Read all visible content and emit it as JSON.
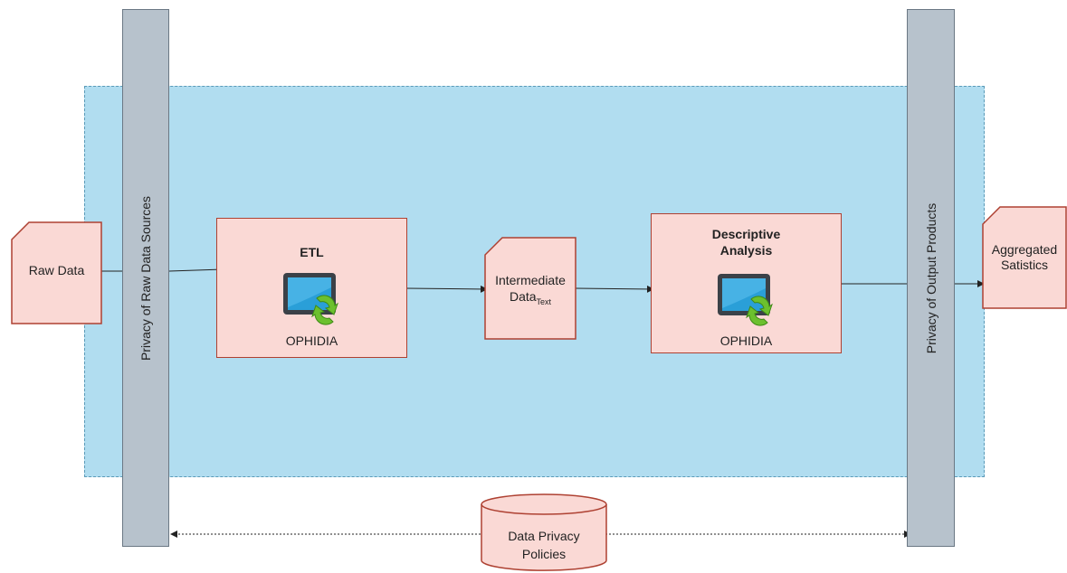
{
  "nodes": {
    "raw_data": "Raw Data",
    "privacy_raw": "Privacy of Raw Data Sources",
    "etl_title": "ETL",
    "etl_sub": "OPHIDIA",
    "intermediate_main": "Intermediate",
    "intermediate_data": "Data",
    "intermediate_sub": "Text",
    "descriptive_title_1": "Descriptive",
    "descriptive_title_2": "Analysis",
    "descriptive_sub": "OPHIDIA",
    "privacy_output": "Privacy of Output Products",
    "aggregated_1": "Aggregated",
    "aggregated_2": "Satistics",
    "policies_1": "Data Privacy",
    "policies_2": "Policies"
  },
  "icons": {
    "etl": "tablet-sync-icon",
    "descriptive": "tablet-sync-icon"
  },
  "colors": {
    "zone_fill": "#b1ddf0",
    "zone_border": "#5a9ab8",
    "process_fill": "#fad9d5",
    "process_border": "#ae4132",
    "bar_fill": "#b7c2cc",
    "bar_border": "#6b7884",
    "arrow": "#222222"
  }
}
